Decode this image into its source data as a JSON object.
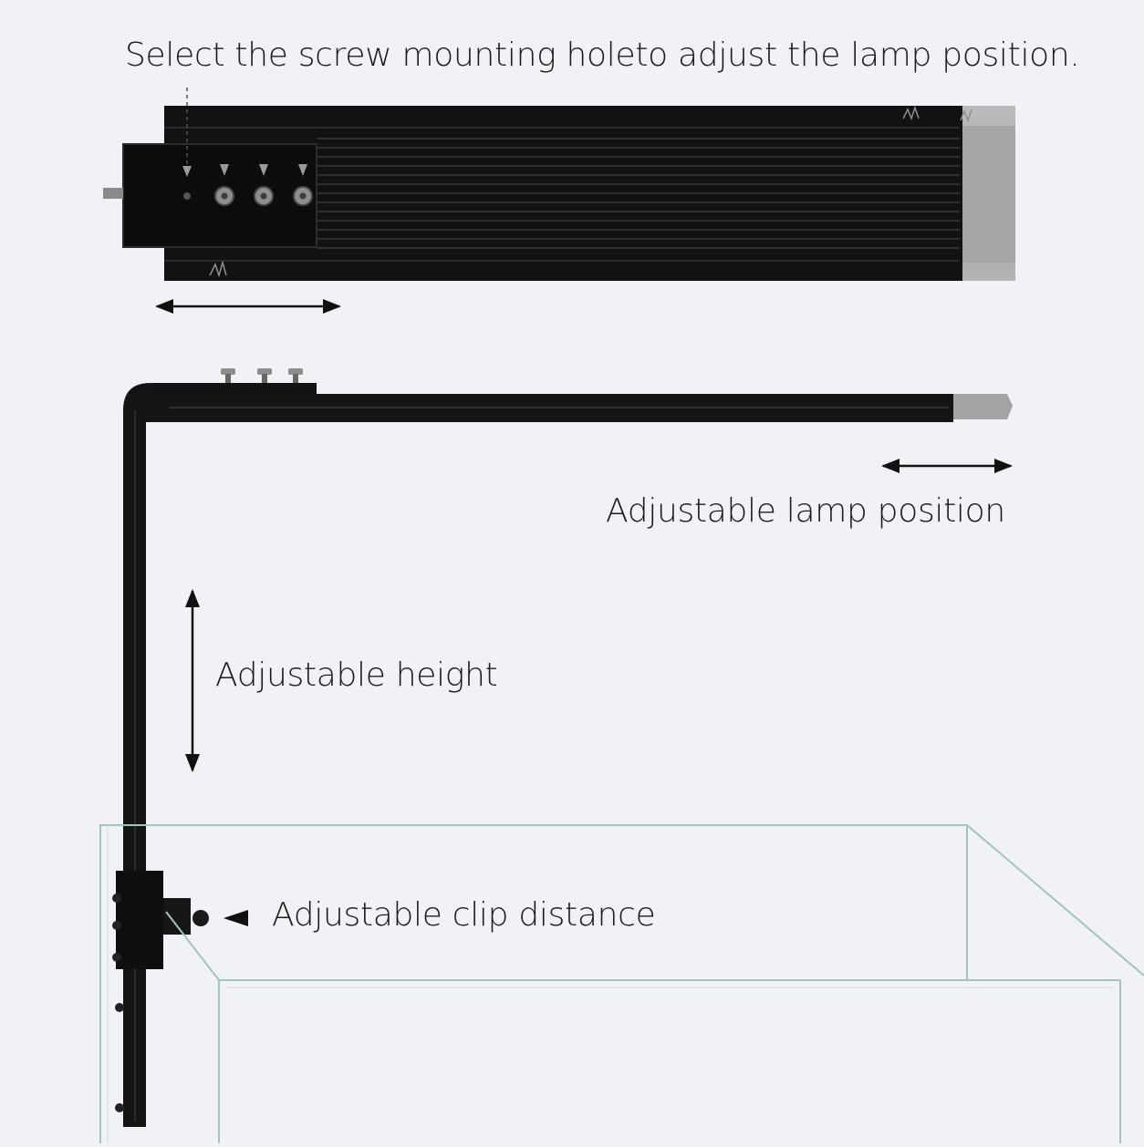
{
  "labels": {
    "mounting_hole": "Select the screw mounting holeto adjust the lamp position.",
    "lamp_position": "Adjustable lamp position",
    "height": "Adjustable height",
    "clip_distance": "Adjustable clip distance"
  },
  "colors": {
    "background": "#f1f2f6",
    "lamp_body": "#121212",
    "aluminum_cap": "#a8a8a8",
    "glass_edge": "#9fc6b8",
    "text": "#1c1c1c"
  }
}
